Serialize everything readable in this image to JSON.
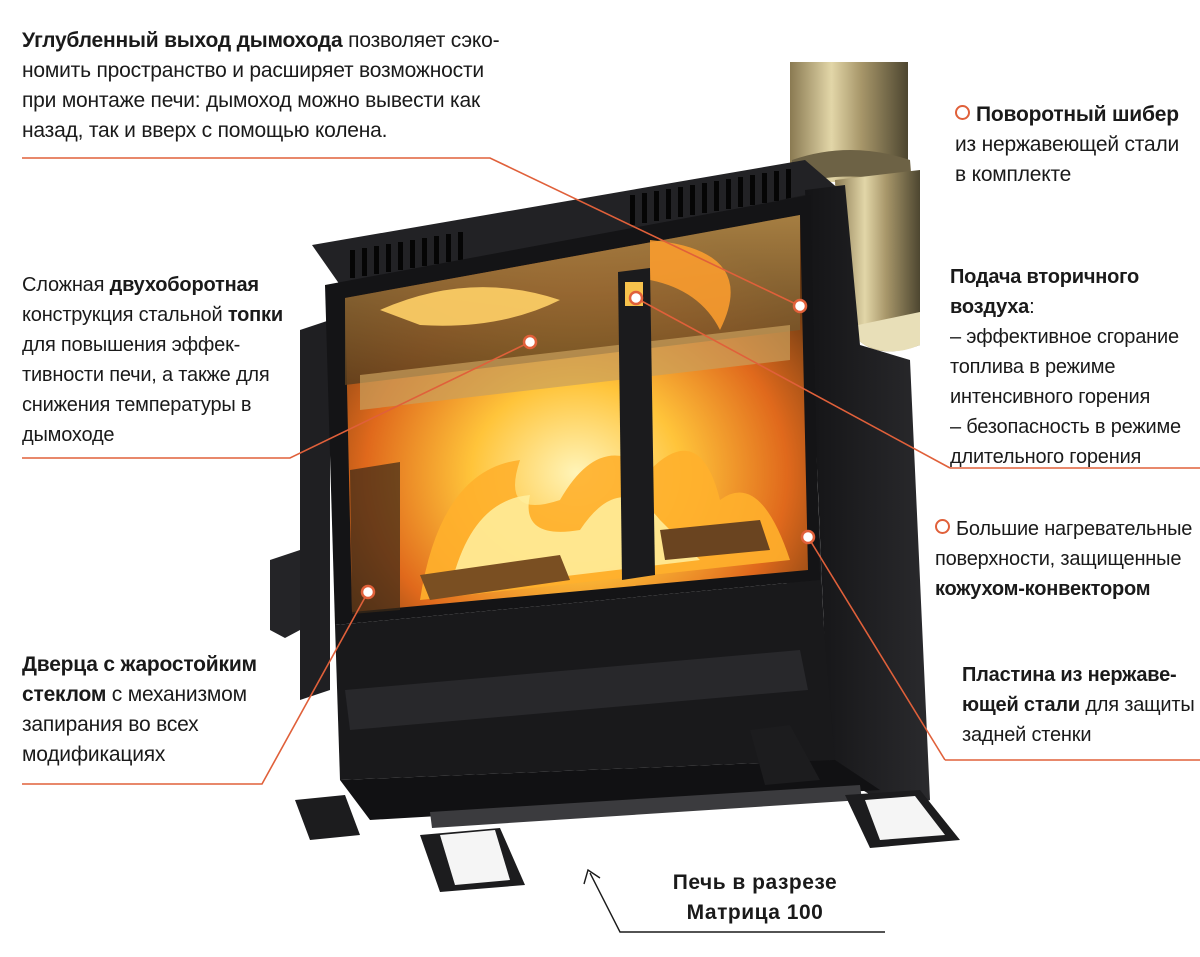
{
  "callouts": {
    "chimney_outlet": {
      "bold": "Углубленный выход дымохода",
      "text": " позволяет сэко­номить пространство и расширяет возможности при монтаже печи: дымоход можно вывести как назад, так и вверх с помощью колена."
    },
    "damper": {
      "bold": "Поворотный шибер",
      "text": " из нержавеющей стали в комплекте"
    },
    "firebox": {
      "pre": "Сложная ",
      "bold1": "двухоборотная",
      "mid": " конструкция стальной ",
      "bold2": "топки",
      "post": " для повышения эффек­тивности печи, а также для снижения температуры в дымоходе"
    },
    "secondary_air": {
      "bold": "Подача вторичного воздуха",
      "colon": ":",
      "line1": "– эффективное сгорание топлива в режиме интенсив­ного горения",
      "line2": "– безопасность в режиме длительного горения"
    },
    "heating_surfaces": {
      "text": "Большие нагревательные поверхности, защищенные ",
      "bold": "кожухом-конвектором"
    },
    "door": {
      "bold": "Дверца с жаростойким стеклом",
      "text": " с механизмом запирания во всех модификациях"
    },
    "plate": {
      "bold": "Пластина из нержаве­ющей стали",
      "text": " для защиты задней стенки"
    }
  },
  "caption": {
    "line1": "Печь в разрезе",
    "line2": "Матрица 100"
  },
  "colors": {
    "leader": "#e0603a",
    "stove": "#1c1c1e",
    "fire": "#f5a623"
  },
  "icons": [
    "marker-dot-icon",
    "arrow-icon"
  ]
}
